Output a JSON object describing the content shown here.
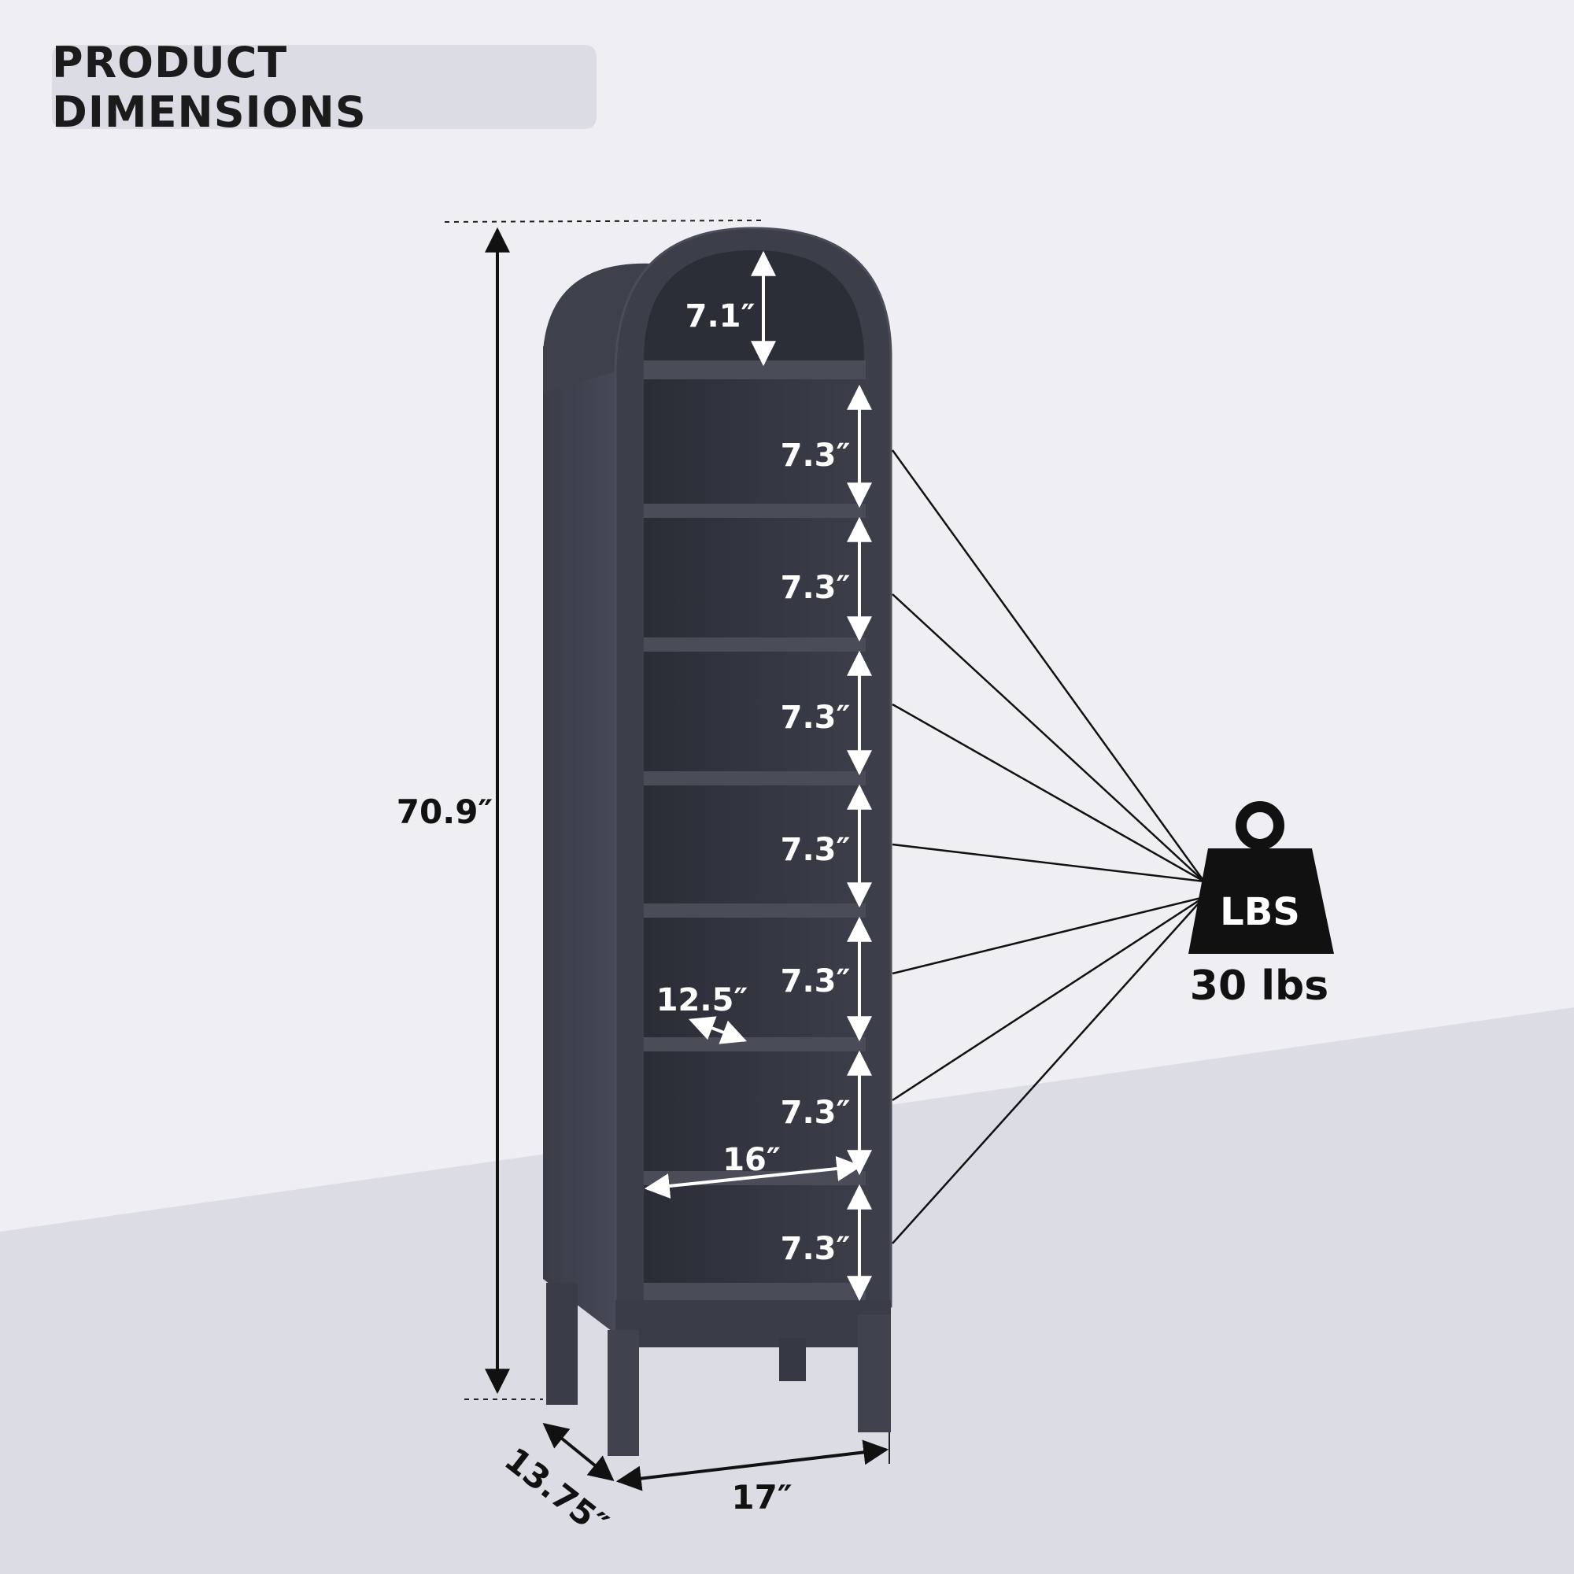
{
  "title": "PRODUCT DIMENSIONS",
  "dimensions": {
    "overall_height": "70.9″",
    "arch_height": "7.1″",
    "shelf_heights": [
      "7.3″",
      "7.3″",
      "7.3″",
      "7.3″",
      "7.3″",
      "7.3″",
      "7.3″"
    ],
    "shelf_depth": "12.5″",
    "shelf_width": "16″",
    "overall_depth": "13.75″",
    "overall_width": "17″"
  },
  "weight_capacity": {
    "icon_name": "weight-icon",
    "icon_label": "LBS",
    "value": "30 lbs"
  },
  "colors": {
    "background_top": "#efeff3",
    "floor": "#dcdce4",
    "cabinet": "#3a3c48",
    "cabinet_dark": "#2a2c36",
    "cabinet_edge": "#4a4c5a",
    "dimension_dark": "#111111",
    "dimension_light": "#ffffff"
  }
}
